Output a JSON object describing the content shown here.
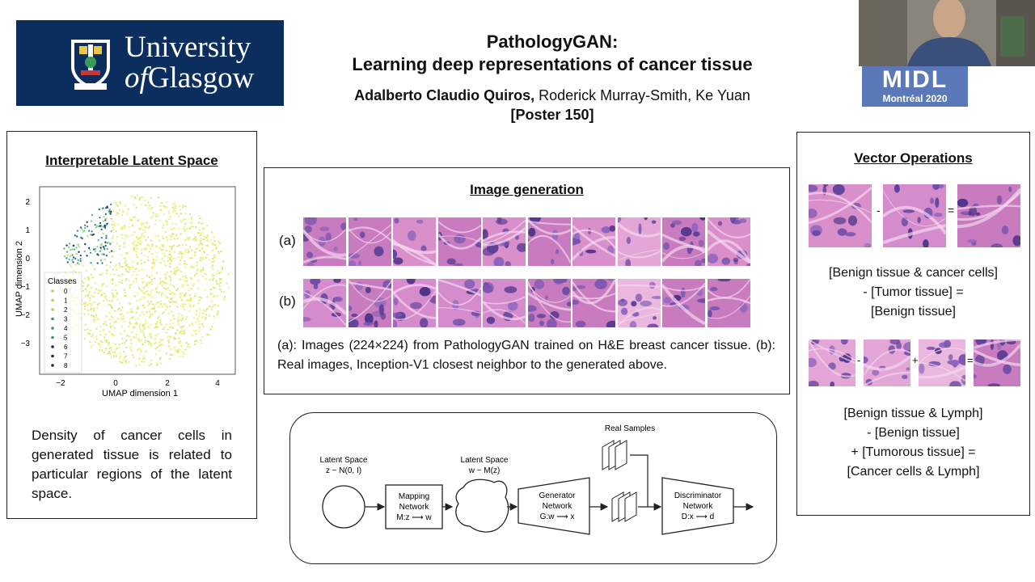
{
  "header": {
    "logo_line1": "University",
    "logo_line2_prefix": "of",
    "logo_line2_rest": "Glasgow",
    "title_line1": "PathologyGAN:",
    "title_line2": "Learning deep representations of cancer tissue",
    "author_lead": "Adalberto Claudio Quiros,",
    "authors_rest": "Roderick Murray-Smith, Ke Yuan",
    "poster": "[Poster 150]",
    "conf_name": "MIDL",
    "conf_place": "Montréal 2020"
  },
  "left_panel": {
    "title": "Interpretable Latent Space",
    "plot": {
      "xlabel": "UMAP dimension 1",
      "ylabel": "UMAP dimension 2",
      "xticks": [
        "−2",
        "0",
        "2",
        "4"
      ],
      "yticks": [
        "2",
        "1",
        "0",
        "−1",
        "−2",
        "−3"
      ],
      "legend_title": "Classes",
      "classes": [
        "0",
        "1",
        "2",
        "3",
        "4",
        "5",
        "6",
        "7",
        "8"
      ]
    },
    "caption": "Density of cancer cells in generated tissue is related to particular regions of the latent space."
  },
  "middle_panel": {
    "title": "Image generation",
    "row_a_label": "(a)",
    "row_b_label": "(b)",
    "caption": "(a): Images (224×224) from PathologyGAN trained on H&E breast cancer tissue. (b): Real images, Inception-V1 closest neighbor to the generated above."
  },
  "right_panel": {
    "title": "Vector Operations",
    "op1_minus": "-",
    "op1_equals": "=",
    "eq1_line1": "[Benign tissue & cancer cells]",
    "eq1_line2": "- [Tumor tissue] =",
    "eq1_line3": "[Benign tissue]",
    "op2_minus": "-",
    "op2_plus": "+",
    "op2_equals": "=",
    "eq2_line1": "[Benign tissue & Lymph]",
    "eq2_line2": "- [Benign tissue]",
    "eq2_line3": "+ [Tumorous tissue] =",
    "eq2_line4": "[Cancer cells & Lymph]"
  },
  "diagram": {
    "latent1_title": "Latent Space",
    "latent1_formula": "z ~ N(0, I)",
    "mapping_line1": "Mapping",
    "mapping_line2": "Network",
    "mapping_line3": "M:z ⟶ w",
    "latent2_title": "Latent Space",
    "latent2_formula": "w ~ M(z)",
    "generator_line1": "Generator",
    "generator_line2": "Network",
    "generator_line3": "G:w ⟶ x",
    "real_samples": "Real Samples",
    "disc_line1": "Discriminator",
    "disc_line2": "Network",
    "disc_line3": "D:x ⟶ d"
  },
  "colors": {
    "logo_bg": "#0b2e5e",
    "midl_bg": "#5b79b8",
    "he_pink": "#d98fc9",
    "he_purple": "#7b55b0"
  }
}
